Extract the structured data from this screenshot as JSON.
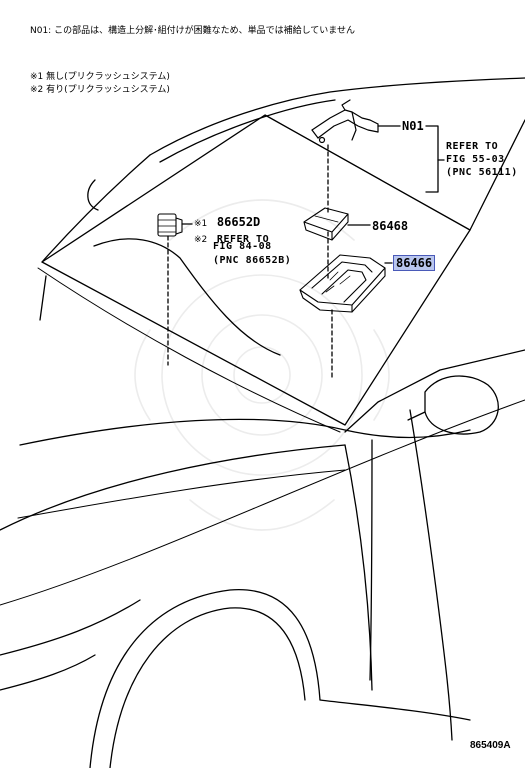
{
  "notes": {
    "n01": "N01: この部品は、構造上分解･組付けが困難なため、単品では補給していません",
    "m1": "※1 無し(プリクラッシュシステム)",
    "m2": "※2 有り(プリクラッシュシステム)"
  },
  "parts": {
    "n01": {
      "number": "N01",
      "refer_line1": "REFER TO",
      "refer_line2": "FIG 55-03",
      "refer_line3": "(PNC 56111)"
    },
    "p86652d": {
      "mark1": "※1",
      "number": "86652D",
      "mark2": "※2",
      "refer_line1": "REFER TO",
      "refer_line2": "FIG 84-08",
      "refer_line3": "(PNC 86652B)"
    },
    "p86468": {
      "number": "86468"
    },
    "p86466": {
      "number": "86466",
      "highlight_color": "#b9c6ee"
    }
  },
  "diagram_code": "865409A"
}
